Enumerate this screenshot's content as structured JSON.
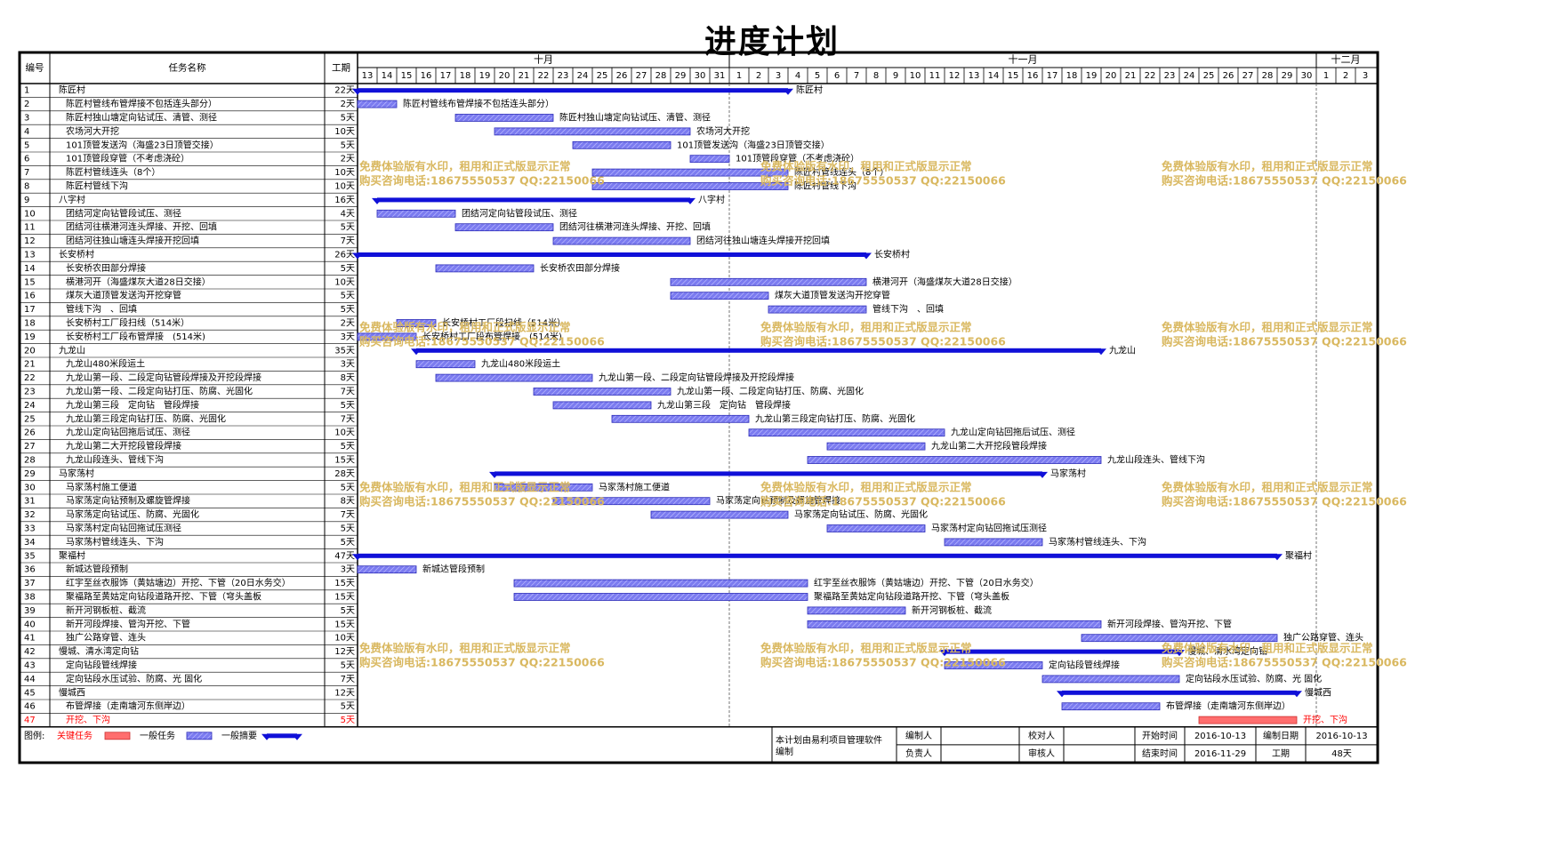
{
  "title": "进度计划",
  "columns": {
    "id": "编号",
    "name": "任务名称",
    "duration": "工期"
  },
  "months": [
    {
      "label": "十月",
      "start": 0,
      "days": 19
    },
    {
      "label": "十一月",
      "start": 19,
      "days": 30
    },
    {
      "label": "十二月",
      "start": 49,
      "days": 3
    }
  ],
  "day_labels": [
    "13",
    "14",
    "15",
    "16",
    "17",
    "18",
    "19",
    "20",
    "21",
    "22",
    "23",
    "24",
    "25",
    "26",
    "27",
    "28",
    "29",
    "30",
    "31",
    "1",
    "2",
    "3",
    "4",
    "5",
    "6",
    "7",
    "8",
    "9",
    "10",
    "11",
    "12",
    "13",
    "14",
    "15",
    "16",
    "17",
    "18",
    "19",
    "20",
    "21",
    "22",
    "23",
    "24",
    "25",
    "26",
    "27",
    "28",
    "29",
    "30",
    "1",
    "2",
    "3"
  ],
  "colors": {
    "normal": "#7b7bf0",
    "normal_border": "#2b2bb8",
    "summary": "#1010d8",
    "critical": "#ff6e6e",
    "critical_text": "#ff0000",
    "watermark": "#d9b860"
  },
  "watermark_lines": [
    "免费体验版有水印，租用和正式版显示正常",
    "购买咨询电话:18675550537 QQ:22150066"
  ],
  "chart_data": {
    "type": "gantt",
    "x_axis": "date",
    "start_date": "2016-10-13",
    "tasks": [
      {
        "id": "1",
        "name": "陈匠村",
        "duration": "22天",
        "kind": "summary",
        "start": 0,
        "days": 22
      },
      {
        "id": "2",
        "name": "陈匠村管线布管焊接不包括连头部分）",
        "duration": "2天",
        "kind": "normal",
        "start": 0,
        "days": 2
      },
      {
        "id": "3",
        "name": "陈匠村独山塘定向钻试压、清管、测径",
        "duration": "5天",
        "kind": "normal",
        "start": 5,
        "days": 5
      },
      {
        "id": "4",
        "name": "农场河大开挖",
        "duration": "10天",
        "kind": "normal",
        "start": 7,
        "days": 10
      },
      {
        "id": "5",
        "name": "101顶管发送沟（海盛23日顶管交接）",
        "duration": "5天",
        "kind": "normal",
        "start": 11,
        "days": 5
      },
      {
        "id": "6",
        "name": "101顶管段穿管（不考虑浇砼）",
        "duration": "2天",
        "kind": "normal",
        "start": 17,
        "days": 2
      },
      {
        "id": "7",
        "name": "陈匠村管线连头（8个）",
        "duration": "10天",
        "kind": "normal",
        "start": 12,
        "days": 10
      },
      {
        "id": "8",
        "name": "陈匠村管线下沟",
        "duration": "10天",
        "kind": "normal",
        "start": 12,
        "days": 10
      },
      {
        "id": "9",
        "name": "八字村",
        "duration": "16天",
        "kind": "summary",
        "start": 1,
        "days": 16
      },
      {
        "id": "10",
        "name": "团结河定向钻管段试压、测径",
        "duration": "4天",
        "kind": "normal",
        "start": 1,
        "days": 4
      },
      {
        "id": "11",
        "name": "团结河往横港河连头焊接、开挖、回填",
        "duration": "5天",
        "kind": "normal",
        "start": 5,
        "days": 5
      },
      {
        "id": "12",
        "name": "团结河往独山塘连头焊接开挖回填",
        "duration": "7天",
        "kind": "normal",
        "start": 10,
        "days": 7
      },
      {
        "id": "13",
        "name": "长安桥村",
        "duration": "26天",
        "kind": "summary",
        "start": 0,
        "days": 26
      },
      {
        "id": "14",
        "name": "长安桥农田部分焊接",
        "duration": "5天",
        "kind": "normal",
        "start": 4,
        "days": 5
      },
      {
        "id": "15",
        "name": "横港河开（海盛煤灰大道28日交接）",
        "duration": "10天",
        "kind": "normal",
        "start": 16,
        "days": 10
      },
      {
        "id": "16",
        "name": "煤灰大道顶管发送沟开挖穿管",
        "duration": "5天",
        "kind": "normal",
        "start": 16,
        "days": 5
      },
      {
        "id": "17",
        "name": "管线下沟　、回填",
        "duration": "5天",
        "kind": "normal",
        "start": 21,
        "days": 5
      },
      {
        "id": "18",
        "name": "长安桥村工厂段扫线（514米）",
        "duration": "2天",
        "kind": "normal",
        "start": 2,
        "days": 2
      },
      {
        "id": "19",
        "name": "长安桥村工厂段布管焊接　(514米)",
        "duration": "3天",
        "kind": "normal",
        "start": 0,
        "days": 3
      },
      {
        "id": "20",
        "name": "九龙山",
        "duration": "35天",
        "kind": "summary",
        "start": 3,
        "days": 35
      },
      {
        "id": "21",
        "name": "九龙山480米段运土",
        "duration": "3天",
        "kind": "normal",
        "start": 3,
        "days": 3
      },
      {
        "id": "22",
        "name": "九龙山第一段、二段定向钻管段焊接及开挖段焊接",
        "duration": "8天",
        "kind": "normal",
        "start": 4,
        "days": 8
      },
      {
        "id": "23",
        "name": "九龙山第一段、二段定向钻打压、防腐、光固化",
        "duration": "7天",
        "kind": "normal",
        "start": 9,
        "days": 7
      },
      {
        "id": "24",
        "name": "九龙山第三段　定向钻　管段焊接",
        "duration": "5天",
        "kind": "normal",
        "start": 10,
        "days": 5
      },
      {
        "id": "25",
        "name": "九龙山第三段定向钻打压、防腐、光固化",
        "duration": "7天",
        "kind": "normal",
        "start": 13,
        "days": 7
      },
      {
        "id": "26",
        "name": "九龙山定向钻回拖后试压、测径",
        "duration": "10天",
        "kind": "normal",
        "start": 20,
        "days": 10
      },
      {
        "id": "27",
        "name": "九龙山第二大开挖段管段焊接",
        "duration": "5天",
        "kind": "normal",
        "start": 24,
        "days": 5
      },
      {
        "id": "28",
        "name": "九龙山段连头、管线下沟",
        "duration": "15天",
        "kind": "normal",
        "start": 23,
        "days": 15
      },
      {
        "id": "29",
        "name": "马家荡村",
        "duration": "28天",
        "kind": "summary",
        "start": 7,
        "days": 28
      },
      {
        "id": "30",
        "name": "马家荡村施工便道",
        "duration": "5天",
        "kind": "normal",
        "start": 7,
        "days": 5
      },
      {
        "id": "31",
        "name": "马家荡定向钻预制及螺旋管焊接",
        "duration": "8天",
        "kind": "normal",
        "start": 10,
        "days": 8
      },
      {
        "id": "32",
        "name": "马家荡定向钻试压、防腐、光固化",
        "duration": "7天",
        "kind": "normal",
        "start": 15,
        "days": 7
      },
      {
        "id": "33",
        "name": "马家荡村定向钻回拖试压测径",
        "duration": "5天",
        "kind": "normal",
        "start": 24,
        "days": 5
      },
      {
        "id": "34",
        "name": "马家荡村管线连头、下沟",
        "duration": "5天",
        "kind": "normal",
        "start": 30,
        "days": 5
      },
      {
        "id": "35",
        "name": "聚福村",
        "duration": "47天",
        "kind": "summary",
        "start": 0,
        "days": 47
      },
      {
        "id": "36",
        "name": "新城达管段预制",
        "duration": "3天",
        "kind": "normal",
        "start": 0,
        "days": 3
      },
      {
        "id": "37",
        "name": "红宇至丝衣服饰（黄姑塘边）开挖、下管（20日水务交）",
        "duration": "15天",
        "kind": "normal",
        "start": 8,
        "days": 15
      },
      {
        "id": "38",
        "name": "聚福路至黄姑定向钻段道路开挖、下管（穹头盖板",
        "duration": "15天",
        "kind": "normal",
        "start": 8,
        "days": 15
      },
      {
        "id": "39",
        "name": "新开河钢板桩、截流",
        "duration": "5天",
        "kind": "normal",
        "start": 23,
        "days": 5
      },
      {
        "id": "40",
        "name": "新开河段焊接、管沟开挖、下管",
        "duration": "15天",
        "kind": "normal",
        "start": 23,
        "days": 15
      },
      {
        "id": "41",
        "name": "独广公路穿管、连头",
        "duration": "10天",
        "kind": "normal",
        "start": 37,
        "days": 10
      },
      {
        "id": "42",
        "name": "慢城、清水湾定向钻",
        "duration": "12天",
        "kind": "summary",
        "start": 30,
        "days": 12
      },
      {
        "id": "43",
        "name": "定向钻段管线焊接",
        "duration": "5天",
        "kind": "normal",
        "start": 30,
        "days": 5
      },
      {
        "id": "44",
        "name": "定向钻段水压试验、防腐、光 固化",
        "duration": "7天",
        "kind": "normal",
        "start": 35,
        "days": 7
      },
      {
        "id": "45",
        "name": "慢城西",
        "duration": "12天",
        "kind": "summary",
        "start": 36,
        "days": 12
      },
      {
        "id": "46",
        "name": "布管焊接（走南塘河东侧岸边）",
        "duration": "5天",
        "kind": "normal",
        "start": 36,
        "days": 5
      },
      {
        "id": "47",
        "name": "开挖、下沟",
        "duration": "5天",
        "kind": "critical",
        "start": 43,
        "days": 5
      }
    ]
  },
  "legend": {
    "label": "图例:",
    "critical": "关键任务",
    "normal": "一般任务",
    "summary": "一般摘要"
  },
  "footer": {
    "software": "本计划由易利项目管理软件编制",
    "editor_label": "编制人",
    "editor": "",
    "checker_label": "校对人",
    "checker": "",
    "responsible_label": "负责人",
    "responsible": "",
    "reviewer_label": "审核人",
    "reviewer": "",
    "start_label": "开始时间",
    "start": "2016-10-13",
    "end_label": "结束时间",
    "end": "2016-11-29",
    "date_label": "编制日期",
    "date": "2016-10-13",
    "duration_label": "工期",
    "duration": "48天"
  }
}
